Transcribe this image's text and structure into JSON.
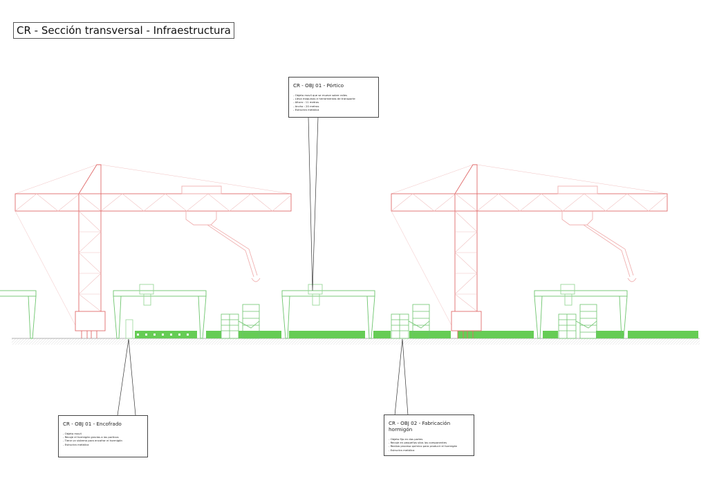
{
  "title": "CR - Sección transversal - Infraestructura",
  "callouts": {
    "portico": {
      "heading": "CR - OBJ 01 - Pórtico",
      "items": [
        "- Objeto movil que se mueve sobre railes",
        "- Lleva maquinas e herramientas de transporte",
        "- Altura : 11 metros",
        "- Ancho : 20 metros",
        "- Estructra metálica"
      ]
    },
    "encofrado": {
      "heading": "CR - OBJ 01 - Encofrado",
      "items": [
        "- Objeto movil",
        "- Recoje el hormigón gracias a los porticos",
        "- Tiene un sistema para encofrar el hormigón",
        "- Estructra metálica"
      ]
    },
    "fabricacion": {
      "heading": "CR - OBJ 02 - Fabricación hormigón",
      "items": [
        "- Objeto fijo en dos partes",
        "- Recoje en pequeños silos los componentes",
        "- Realiza proceso químico para producir el hormigón",
        "- Estructra metálica"
      ]
    }
  },
  "colors": {
    "crane": "#e06a6a",
    "gantry": "#6cc46c",
    "ground": "#66cc55"
  }
}
